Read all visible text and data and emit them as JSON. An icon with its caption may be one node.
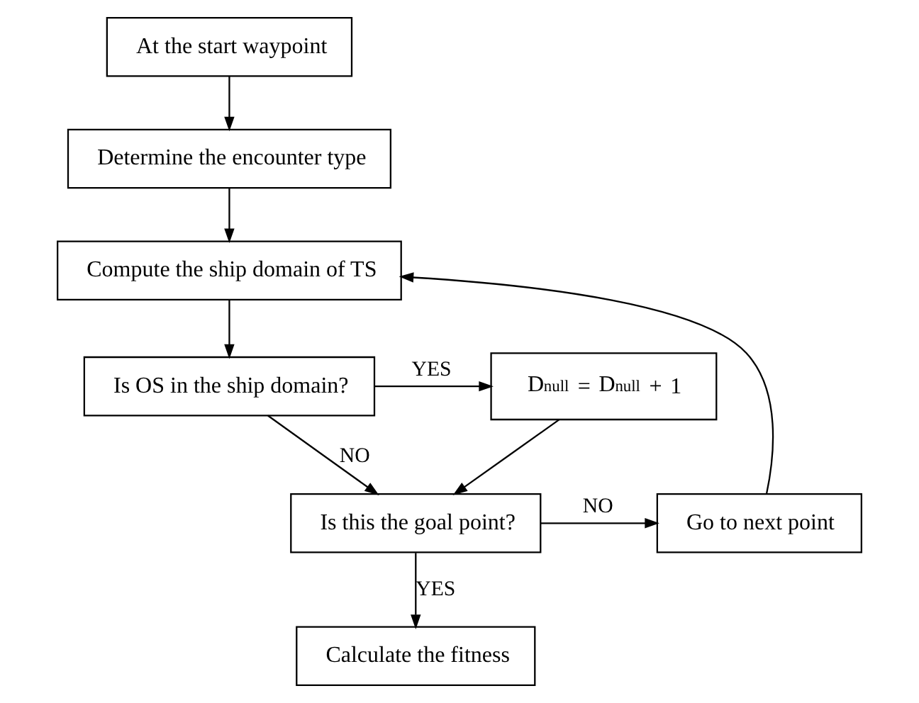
{
  "diagram": {
    "nodes": [
      {
        "text": [
          "At the start waypoint"
        ]
      },
      {
        "text": [
          "Determine the encounter type"
        ]
      },
      {
        "text": [
          "Compute the ship domain of TS"
        ]
      },
      {
        "text": [
          "Is OS in the ship domain?"
        ]
      },
      {
        "text": [
          "D$_{null}$ = D$_{null}$ + 1"
        ]
      },
      {
        "text": [
          "Is this the goal point?"
        ]
      },
      {
        "text": [
          "Go to next point"
        ]
      },
      {
        "text": [
          "Calculate the fitness"
        ]
      }
    ],
    "edges": [
      {
        "from": 0,
        "to": 1,
        "arrow": "to"
      },
      {
        "from": 1,
        "to": 2,
        "arrow": "to"
      },
      {
        "from": 2,
        "to": 3,
        "arrow": "to"
      },
      {
        "from": 3,
        "to": 4,
        "arrow": "to",
        "label": "YES"
      },
      {
        "from": 3,
        "to": 5,
        "arrow": "to",
        "label": "NO"
      },
      {
        "from": 4,
        "to": 5,
        "arrow": "to"
      },
      {
        "from": 5,
        "to": 6,
        "arrow": "to",
        "label": "NO"
      },
      {
        "from": 6,
        "to": 2,
        "arrow": "to"
      },
      {
        "from": 5,
        "to": 7,
        "arrow": "to",
        "label": "YES"
      }
    ]
  }
}
